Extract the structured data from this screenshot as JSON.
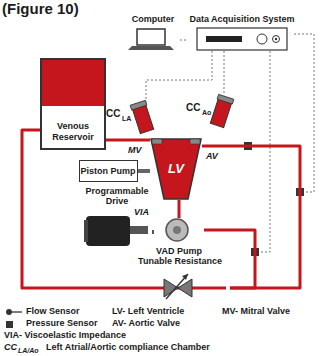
{
  "diagram": {
    "title": "(Figure 10)",
    "nodes": [
      {
        "text": [
          "Computer"
        ]
      },
      {
        "text": [
          "Data Acquisition System"
        ]
      },
      {
        "text": [
          "Venous Reservoir"
        ]
      },
      {
        "text": [
          "LV"
        ]
      },
      {
        "text": [
          "Piston Pump"
        ]
      },
      {
        "text": [
          "Programmable Drive"
        ]
      },
      {
        "text": [
          "VAD Pump"
        ]
      },
      {
        "text": [
          "Tunable Resistance"
        ]
      }
    ],
    "edges": [
      {
        "from": 0,
        "to": 1,
        "arrow": "none"
      },
      {
        "from": 2,
        "to": 3,
        "arrow": "none"
      },
      {
        "from": 4,
        "to": 3,
        "arrow": "none"
      },
      {
        "from": 3,
        "to": 6,
        "arrow": "none"
      },
      {
        "from": 5,
        "to": 6,
        "arrow": "none"
      },
      {
        "from": 6,
        "to": 7,
        "arrow": "none"
      },
      {
        "from": 3,
        "to": 7,
        "arrow": "none"
      },
      {
        "from": 7,
        "to": 2,
        "arrow": "none"
      }
    ],
    "labels": [
      "CC",
      "LA",
      "CC",
      "Ao",
      "MV",
      "AV",
      "VIA",
      "LV- Left Ventricle",
      "MV- Mitral Valve",
      "AV- Aortic Valve",
      "VIA- Viscoelastic Impedance",
      "CC",
      "LA/Ao",
      "Left Atrial/Aortic compliance Chamber"
    ],
    "legend": [
      {
        "text": "Flow Sensor"
      },
      {
        "text": "Pressure Sensor"
      }
    ]
  }
}
